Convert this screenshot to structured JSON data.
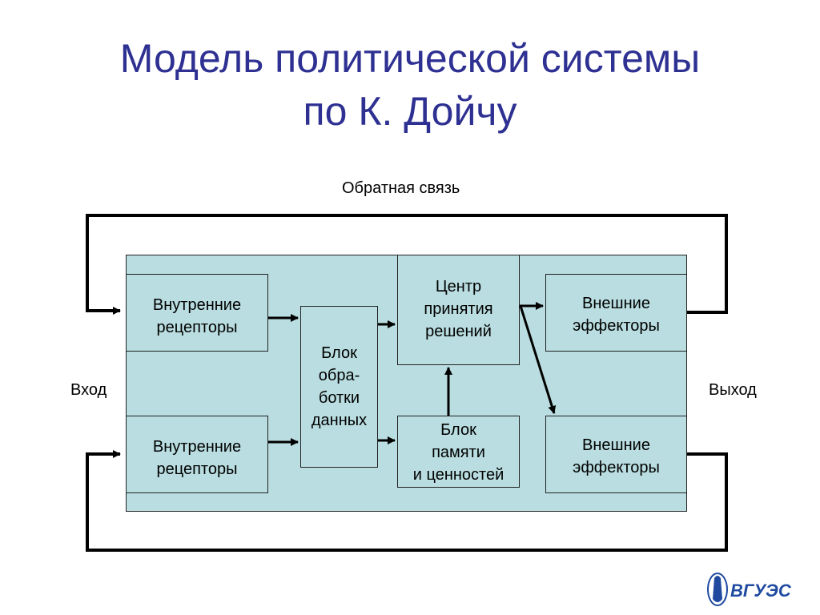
{
  "title": {
    "line1": "Модель политической системы",
    "line2": "по К. Дойчу"
  },
  "labels": {
    "feedback": "Обратная связь",
    "input": "Вход",
    "output": "Выход"
  },
  "boxes": {
    "receptors_top": [
      "Внутренние",
      "рецепторы"
    ],
    "receptors_bottom": [
      "Внутренние",
      "рецепторы"
    ],
    "processing": [
      "Блок",
      "обра-",
      "ботки",
      "данных"
    ],
    "decision": [
      "Центр",
      "принятия",
      "решений"
    ],
    "memory": [
      "Блок",
      "памяти",
      "и ценностей"
    ],
    "effectors_top": [
      "Внешние",
      "эффекторы"
    ],
    "effectors_bottom": [
      "Внешние",
      "эффекторы"
    ]
  },
  "logo": {
    "text": "ВГУЭС",
    "icon": "university-emblem-icon"
  },
  "colors": {
    "title": "#2e3192",
    "panel": "#b9dde0",
    "logo": "#1f4aa0"
  }
}
